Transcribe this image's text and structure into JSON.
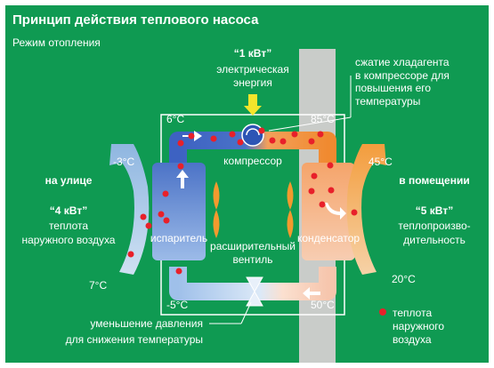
{
  "title": "Принцип действия теплового насоса",
  "subtitle": "Режим отопления",
  "electric": {
    "value": "“1 кВт”",
    "line1": "электрическая",
    "line2": "энергия"
  },
  "compression_note": {
    "line1": "сжатие хладагента",
    "line2": "в компрессоре для",
    "line3": "повышения его",
    "line4": "температуры"
  },
  "temps": {
    "evap_in_top": "6°C",
    "comp_out": "85°C",
    "outdoor_air_top": "-3°C",
    "indoor_air_top": "45°C",
    "outdoor_air_bottom": "7°C",
    "indoor_air_bottom": "20°C",
    "evap_bottom": "-5°C",
    "cond_bottom": "50°C"
  },
  "labels": {
    "compressor": "компрессор",
    "evaporator": "испаритель",
    "condenser": "конденсатор",
    "valve_line1": "расширительный",
    "valve_line2": "вентиль"
  },
  "outdoor": {
    "heading": "на улице",
    "value": "“4 кВт”",
    "line1": "теплота",
    "line2": "наружного воздуха"
  },
  "indoor": {
    "heading": "в помещении",
    "value": "“5 кВт”",
    "line1": "теплопроизво-",
    "line2": "дительность"
  },
  "pressure_note": {
    "line1": "уменьшение давления",
    "line2": "для снижения температуры"
  },
  "legend": {
    "line1": "теплота",
    "line2": "наружного",
    "line3": "воздуха"
  },
  "colors": {
    "background": "#0f9a52",
    "heat_dot": "#e8202a",
    "wall": "#c9ccc9",
    "hot": "#f28a2e",
    "cold": "#3f6fc4"
  }
}
